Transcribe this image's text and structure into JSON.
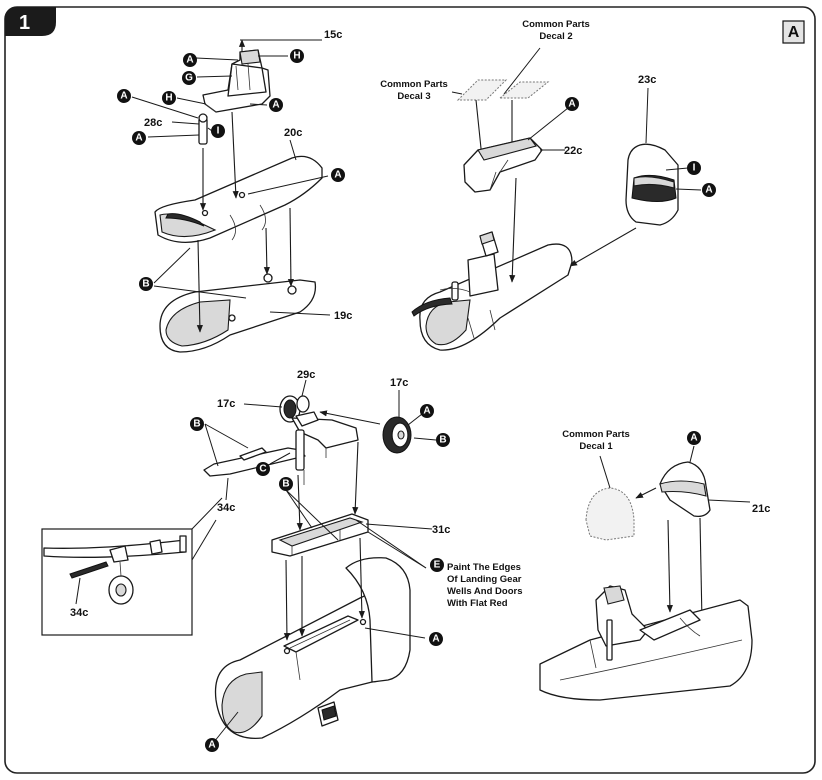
{
  "step": {
    "number": "1"
  },
  "sheet": {
    "letter": "A"
  },
  "parts": {
    "p15c": "15c",
    "p28c": "28c",
    "p20c": "20c",
    "p19c": "19c",
    "p22c": "22c",
    "p23c": "23c",
    "p29c": "29c",
    "p17c_left": "17c",
    "p17c_right": "17c",
    "p34c": "34c",
    "p34c_inset": "34c",
    "p31c": "31c",
    "p21c": "21c"
  },
  "decals": {
    "d2_line1": "Common Parts",
    "d2_line2": "Decal 2",
    "d3_line1": "Common Parts",
    "d3_line2": "Decal 3",
    "d1_line1": "Common Parts",
    "d1_line2": "Decal 1"
  },
  "callouts": {
    "A": "A",
    "B": "B",
    "C": "C",
    "E": "E",
    "G": "G",
    "H": "H",
    "I": "I"
  },
  "paint_note": {
    "line1": "Paint The Edges",
    "line2": "Of Landing Gear",
    "line3": "Wells And Doors",
    "line4": "With Flat Red"
  },
  "colors": {
    "ink": "#1a1a1a",
    "shade": "#d9d9d9",
    "callout": "#111111"
  }
}
